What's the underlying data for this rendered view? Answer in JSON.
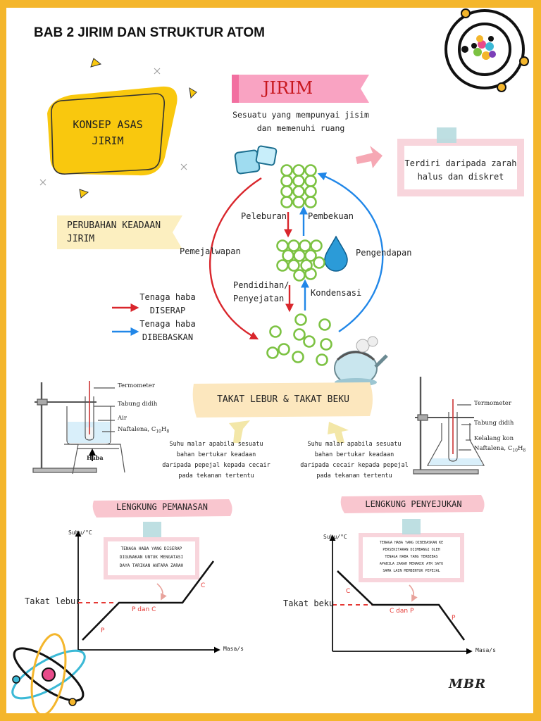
{
  "page_title": "BAB 2 JIRIM DAN STRUKTUR ATOM",
  "konsep_asas": "KONSEP ASAS JIRIM",
  "perubahan_keadaan": "PERUBAHAN KEADAAN JIRIM",
  "jirim": {
    "title": "JIRIM",
    "definition_line1": "Sesuatu yang mempunyai jisim",
    "definition_line2": "dan memenuhi ruang",
    "note_line1": "Terdiri daripada zarah",
    "note_line2": "halus dan diskret"
  },
  "processes": {
    "peleburan": "Peleburan",
    "pembekuan": "Pembekuan",
    "pendidihan": "Pendidihan/",
    "penyejatan": "Penyejatan",
    "kondensasi": "Kondensasi",
    "pemejalwapan": "Pemejalwapan",
    "pengendapan": "Pengendapan"
  },
  "legend": {
    "absorbed_1": "Tenaga haba",
    "absorbed_2": "DISERAP",
    "released_1": "Tenaga haba",
    "released_2": "DIBEBASKAN"
  },
  "colors": {
    "border": "#F4B62C",
    "particle": "#7CC242",
    "absorbed_arrow": "#D9262C",
    "released_arrow": "#2187E8",
    "ribbon_pink": "#F26FA0",
    "note_pink": "#F8D5DC"
  },
  "takat": {
    "banner": "TAKAT LEBUR & TAKAT BEKU",
    "left_1": "Suhu malar apabila sesuatu",
    "left_2": "bahan bertukar keadaan",
    "left_3": "daripada pepejal kepada cecair",
    "left_4": "pada tekanan tertentu",
    "right_1": "Suhu malar apabila sesuatu",
    "right_2": "bahan bertukar keadaan",
    "right_3": "daripada cecair kepada pepejal",
    "right_4": "pada tekanan tertentu"
  },
  "apparatus_left": {
    "termometer": "Termometer",
    "tabung": "Tabung didih",
    "air": "Air",
    "naftalena": "Naftalena, C",
    "sub_10": "10",
    "sub_8": "8",
    "haba": "Haba"
  },
  "apparatus_right": {
    "termometer": "Termometer",
    "tabung": "Tabung didih",
    "kelalang": "Kelalang kon",
    "naftalena": "Naftalena, C",
    "sub_10": "10",
    "sub_8": "8"
  },
  "heating": {
    "title": "LENGKUNG PEMANASAN",
    "note_1": "TENAGA HABA YANG DISERAP",
    "note_2": "DIGUNAKAN UNTUK MENGATASI",
    "note_3": "DAYA TARIKAN ANTARA ZARAH",
    "y_label": "Suhu/°C",
    "x_label": "Masa/s",
    "takat": "Takat lebur",
    "label_p": "P",
    "label_pc": "P dan C",
    "label_c": "C"
  },
  "cooling": {
    "title": "LENGKUNG PENYEJUKAN",
    "note_1": "TENAGA HABA YANG DIBEBASKAN KE",
    "note_2": "PERSEKITARAN DIIMBANGI OLEH",
    "note_3": "TENAGA HABA YANG TERBEBAS",
    "note_4": "APABILA ZARAH MENARIK ATR SATU",
    "note_5": "SAMA LAIN MEMBENTUK PEPEJAL",
    "y_label": "Suhu/°C",
    "x_label": "Masa/s",
    "takat": "Takat beku",
    "label_c": "C",
    "label_cp": "C dan P",
    "label_p": "P"
  },
  "signature": "MBR"
}
